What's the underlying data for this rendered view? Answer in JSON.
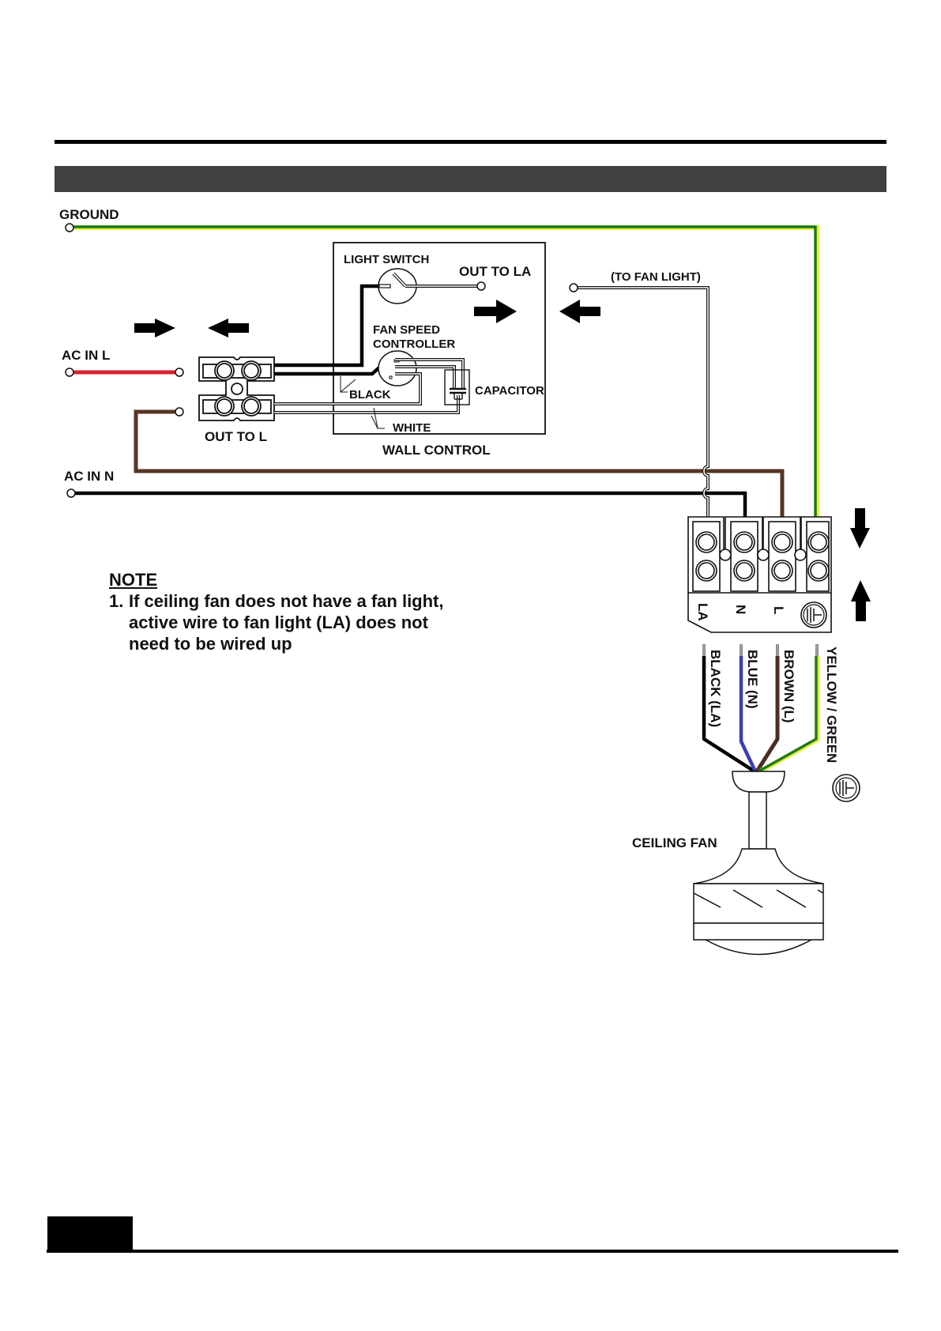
{
  "page": {
    "header_bar_text": "",
    "footer_page_number": ""
  },
  "diagram": {
    "title": "Ceiling fan wall control wiring diagram",
    "labels": {
      "ground": "GROUND",
      "ac_in_l": "AC IN L",
      "ac_in_n": "AC IN N",
      "out_to_l": "OUT TO L",
      "light_switch": "LIGHT SWITCH",
      "out_to_la": "OUT TO LA",
      "to_fan_light": "(TO FAN LIGHT)",
      "fan_speed_controller_1": "FAN SPEED",
      "fan_speed_controller_2": "CONTROLLER",
      "black": "BLACK",
      "white": "WHITE",
      "capacitor": "CAPACITOR",
      "wall_control": "WALL CONTROL",
      "ceiling_fan": "CEILING FAN"
    },
    "terminal_block": {
      "terminals": [
        "LA",
        "N",
        "L",
        "EARTH"
      ]
    },
    "fan_wires": [
      {
        "label": "BLACK (LA)",
        "color": "#000000"
      },
      {
        "label": "BLUE (N)",
        "color": "#3b3fb0"
      },
      {
        "label": "BROWN (L)",
        "color": "#4b2e22"
      },
      {
        "label": "YELLOW / GREEN",
        "color": "#1f7a1f"
      }
    ],
    "colors": {
      "ground_green": "#1b7a1b",
      "ground_yellow": "#e8f03a",
      "live_red": "#d9232e",
      "brown": "#553524",
      "black": "#000000",
      "blue": "#3b3fb0",
      "header_bar": "#414141"
    }
  },
  "note": {
    "title": "NOTE",
    "items": [
      {
        "num": "1.",
        "text": "If ceiling fan does not have a fan light, active wire to fan light (LA) does not need to be wired up"
      }
    ]
  }
}
